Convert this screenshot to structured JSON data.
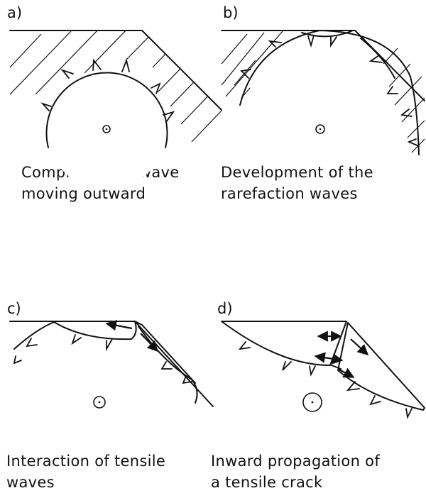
{
  "panels": [
    {
      "letter": "a)",
      "caption_lines": [
        "Compressional wave",
        "moving outward"
      ]
    },
    {
      "letter": "b)",
      "caption_lines": [
        "Development of the",
        "rarefaction waves"
      ]
    },
    {
      "letter": "c)",
      "caption_lines": [
        "Interaction of tensile",
        "waves"
      ]
    },
    {
      "letter": "d)",
      "caption_lines": [
        "Inward propagation of",
        "a tensile crack"
      ]
    }
  ]
}
